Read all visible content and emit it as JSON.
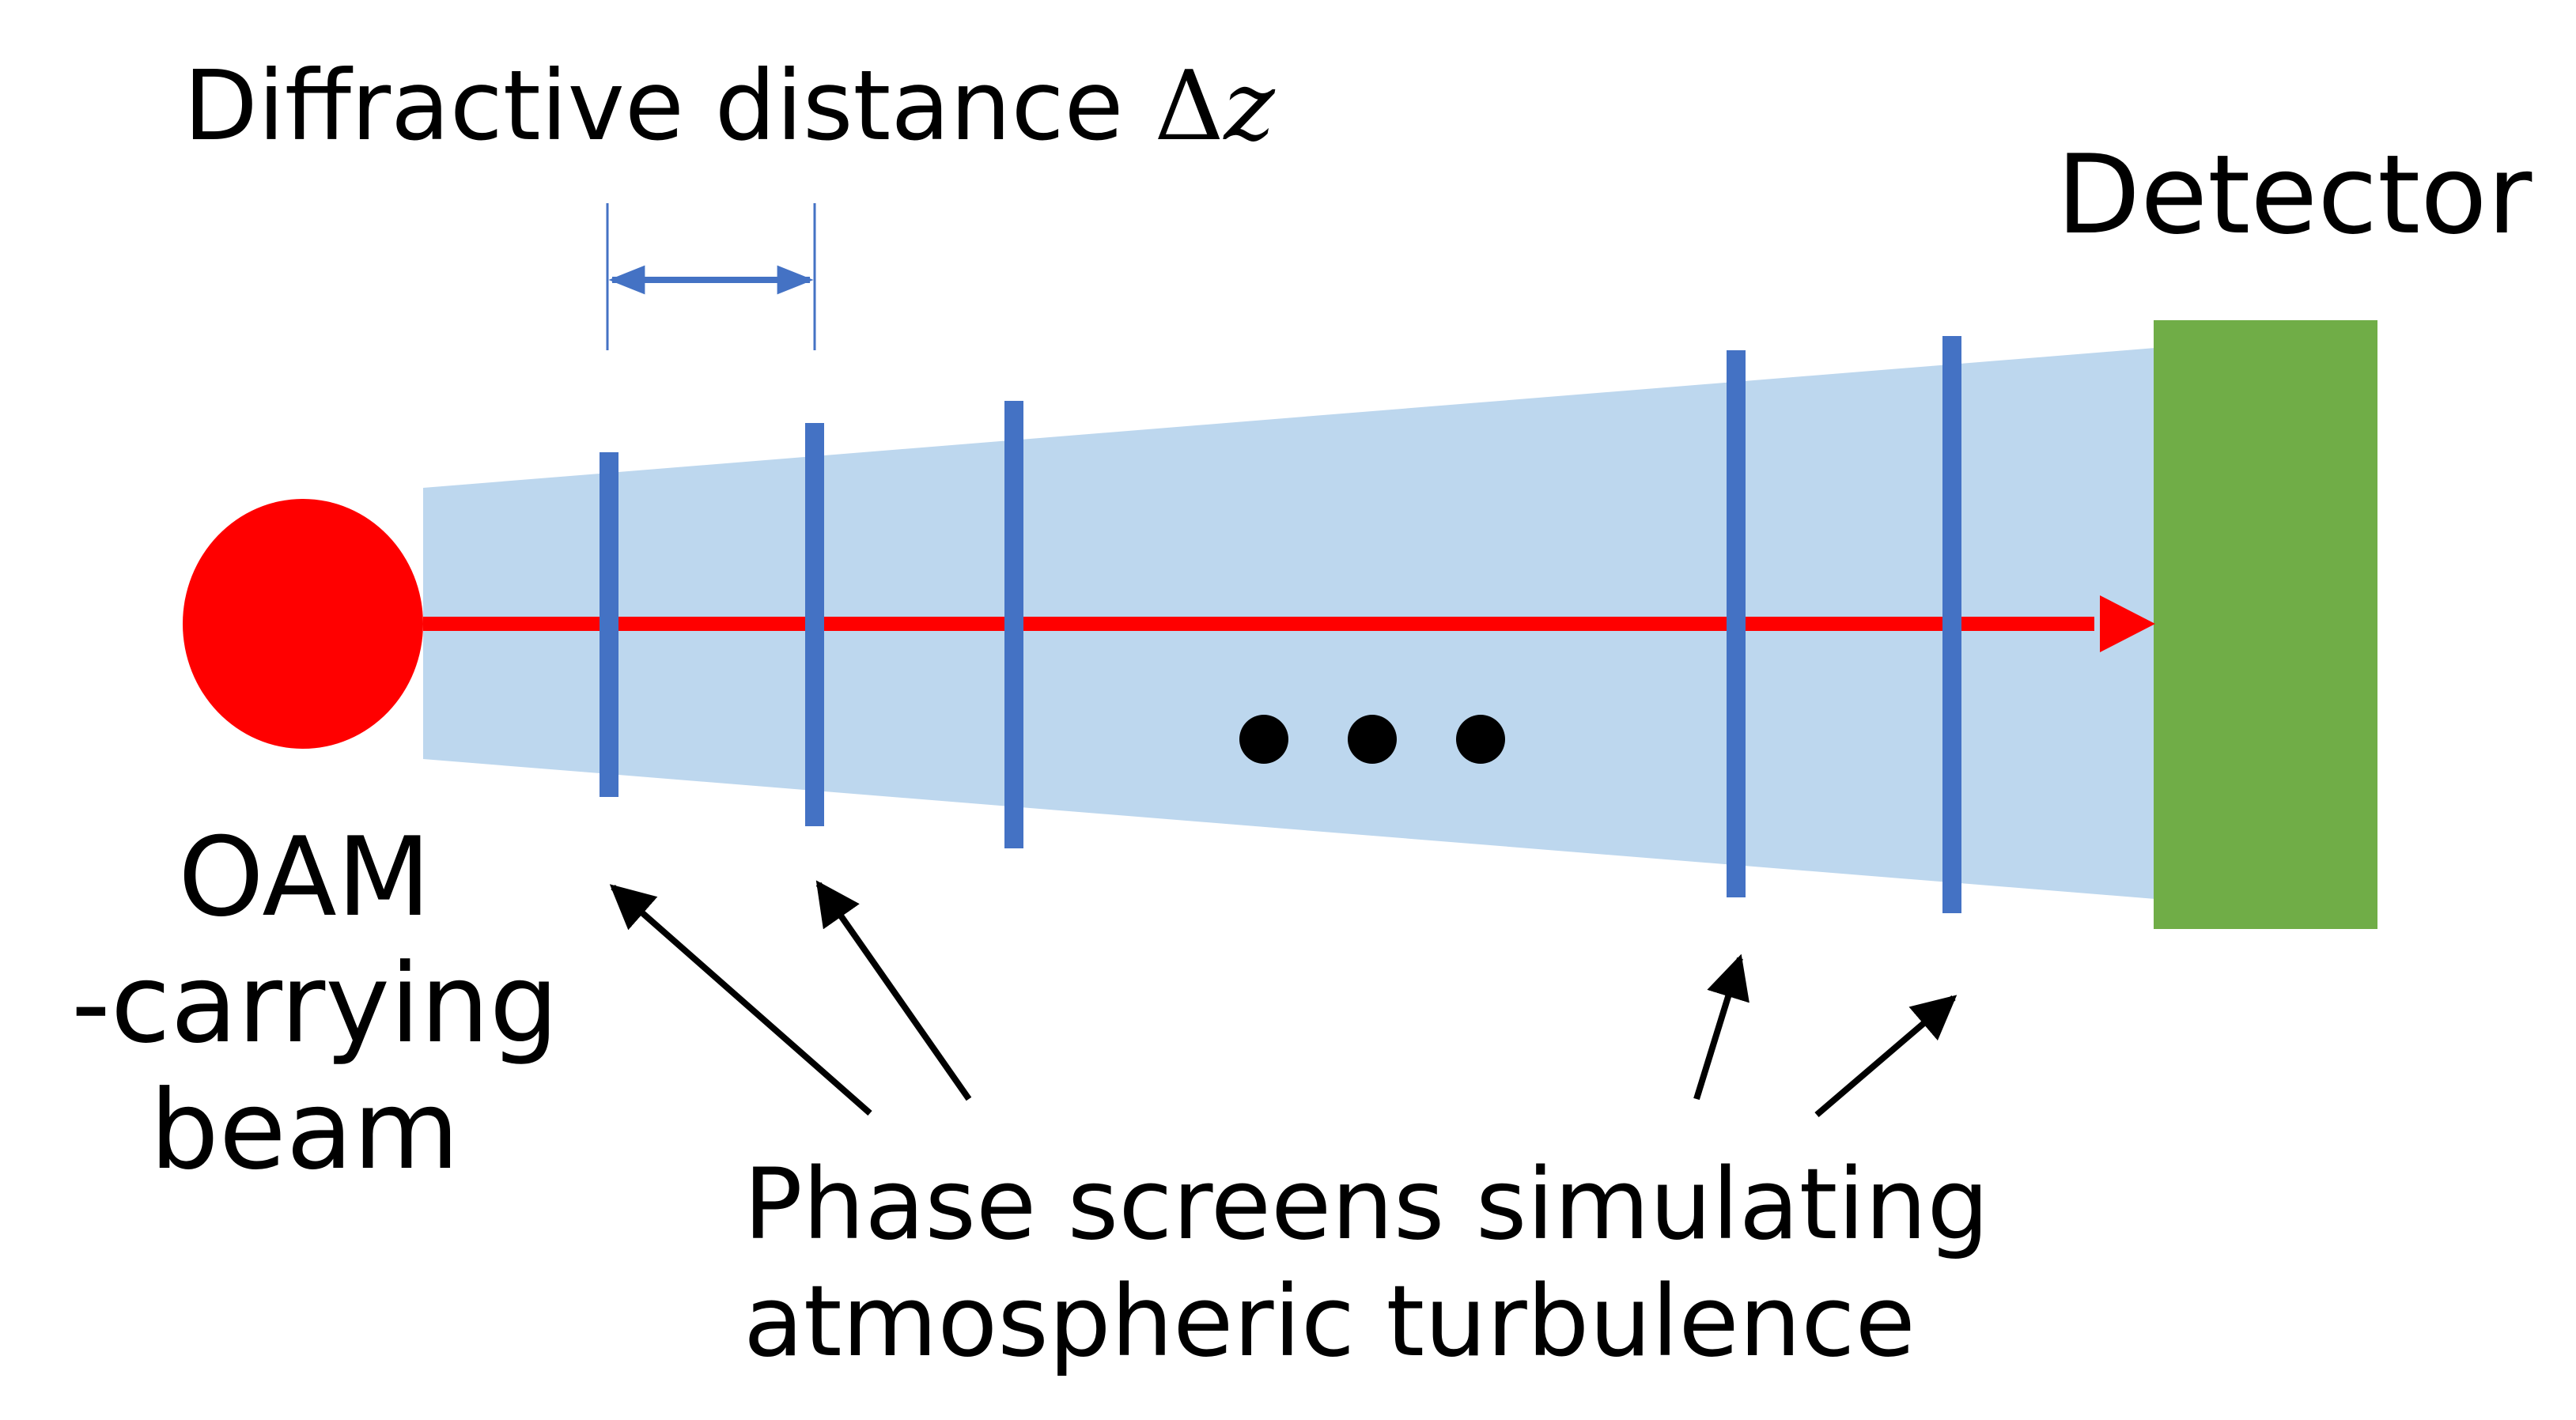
{
  "title": {
    "text": "Diffractive distance ",
    "math_symbol": "Δ",
    "math_variable": "z"
  },
  "detector_label": "Detector",
  "source_label": {
    "line1": "OAM",
    "line2": "-carrying",
    "line3": "beam"
  },
  "screens_label": {
    "line1": "Phase screens simulating",
    "line2": "atmospheric turbulence"
  },
  "ellipsis_dot_count": 3,
  "phase_screen_count": 5,
  "colors": {
    "beam_source": "#ff0000",
    "beam_cone": "#bdd7ee",
    "beam_axis": "#ff0000",
    "phase_screen": "#4472c4",
    "detector": "#70ad47",
    "annotation_arrow": "#000000",
    "distance_marker": "#4472c4",
    "text": "#000000"
  }
}
